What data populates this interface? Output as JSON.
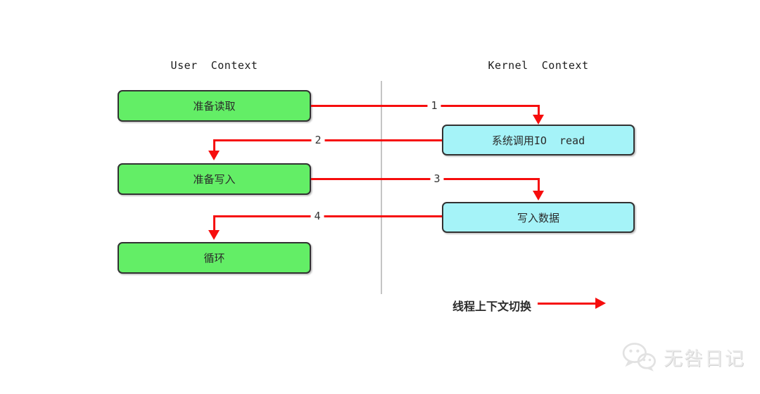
{
  "colors": {
    "node_green": "#63ee66",
    "node_cyan": "#a5f3f8",
    "arrow_red": "#f60d0d",
    "node_border": "#323232",
    "divider_gray": "#c4c4c4",
    "watermark_gray": "#ebebeb"
  },
  "headers": {
    "user": "User  Context",
    "kernel": "Kernel  Context"
  },
  "user_nodes": [
    {
      "label": "准备读取"
    },
    {
      "label": "准备写入"
    },
    {
      "label": "循环"
    }
  ],
  "kernel_nodes": [
    {
      "label": "系统调用IO  read"
    },
    {
      "label": "写入数据"
    }
  ],
  "arrows": [
    {
      "step": "1",
      "from": "准备读取",
      "to": "系统调用IO  read"
    },
    {
      "step": "2",
      "from": "系统调用IO  read",
      "to": "准备写入"
    },
    {
      "step": "3",
      "from": "准备写入",
      "to": "写入数据"
    },
    {
      "step": "4",
      "from": "写入数据",
      "to": "循环"
    }
  ],
  "legend": {
    "label": "线程上下文切换"
  },
  "watermark": {
    "text": "无咎日记",
    "icon": "wechat-icon"
  }
}
